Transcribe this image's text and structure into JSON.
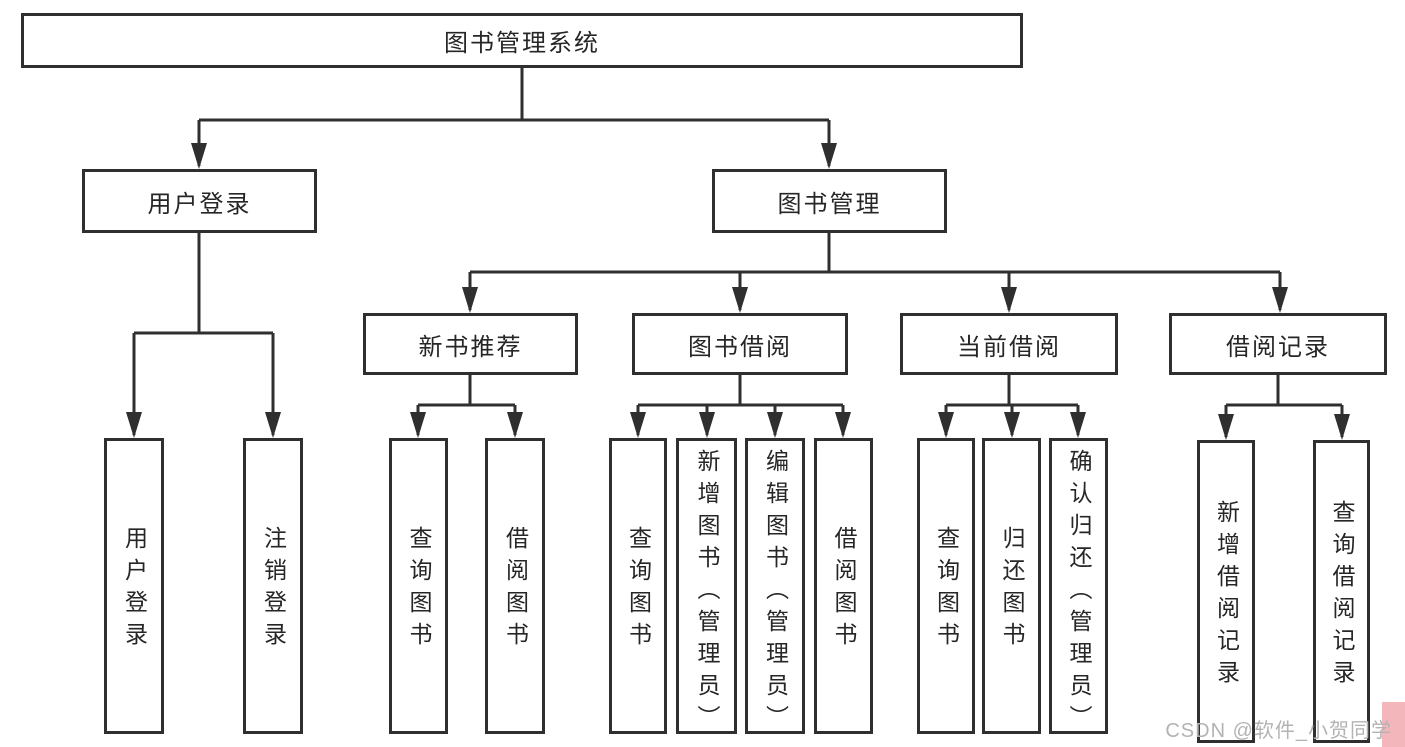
{
  "diagram": {
    "root": "图书管理系统",
    "level1": {
      "user_login": "用户登录",
      "book_mgmt": "图书管理"
    },
    "level2": {
      "new_book_rec": "新书推荐",
      "book_borrow": "图书借阅",
      "current_borrow": "当前借阅",
      "borrow_records": "借阅记录"
    },
    "leaves": {
      "user_login": "用户登录",
      "logout": "注销登录",
      "rec_query_book": "查询图书",
      "rec_borrow_book": "借阅图书",
      "bb_query_book": "查询图书",
      "bb_add_book": "新增图书（管理员）",
      "bb_edit_book": "编辑图书（管理员）",
      "bb_borrow_book": "借阅图书",
      "cur_query_book": "查询图书",
      "cur_return_book": "归还图书",
      "cur_confirm_return": "确认归还（管理员）",
      "rec_add_record": "新增借阅记录",
      "rec_query_record": "查询借阅记录"
    }
  },
  "watermark": {
    "text": "CSDN @软件_小贺同学"
  },
  "colors": {
    "line": "#2f2f2f",
    "text": "#262626",
    "background": "#ffffff",
    "watermark_text": "#b3b3b3",
    "watermark_accent": "#f3b6ba"
  }
}
